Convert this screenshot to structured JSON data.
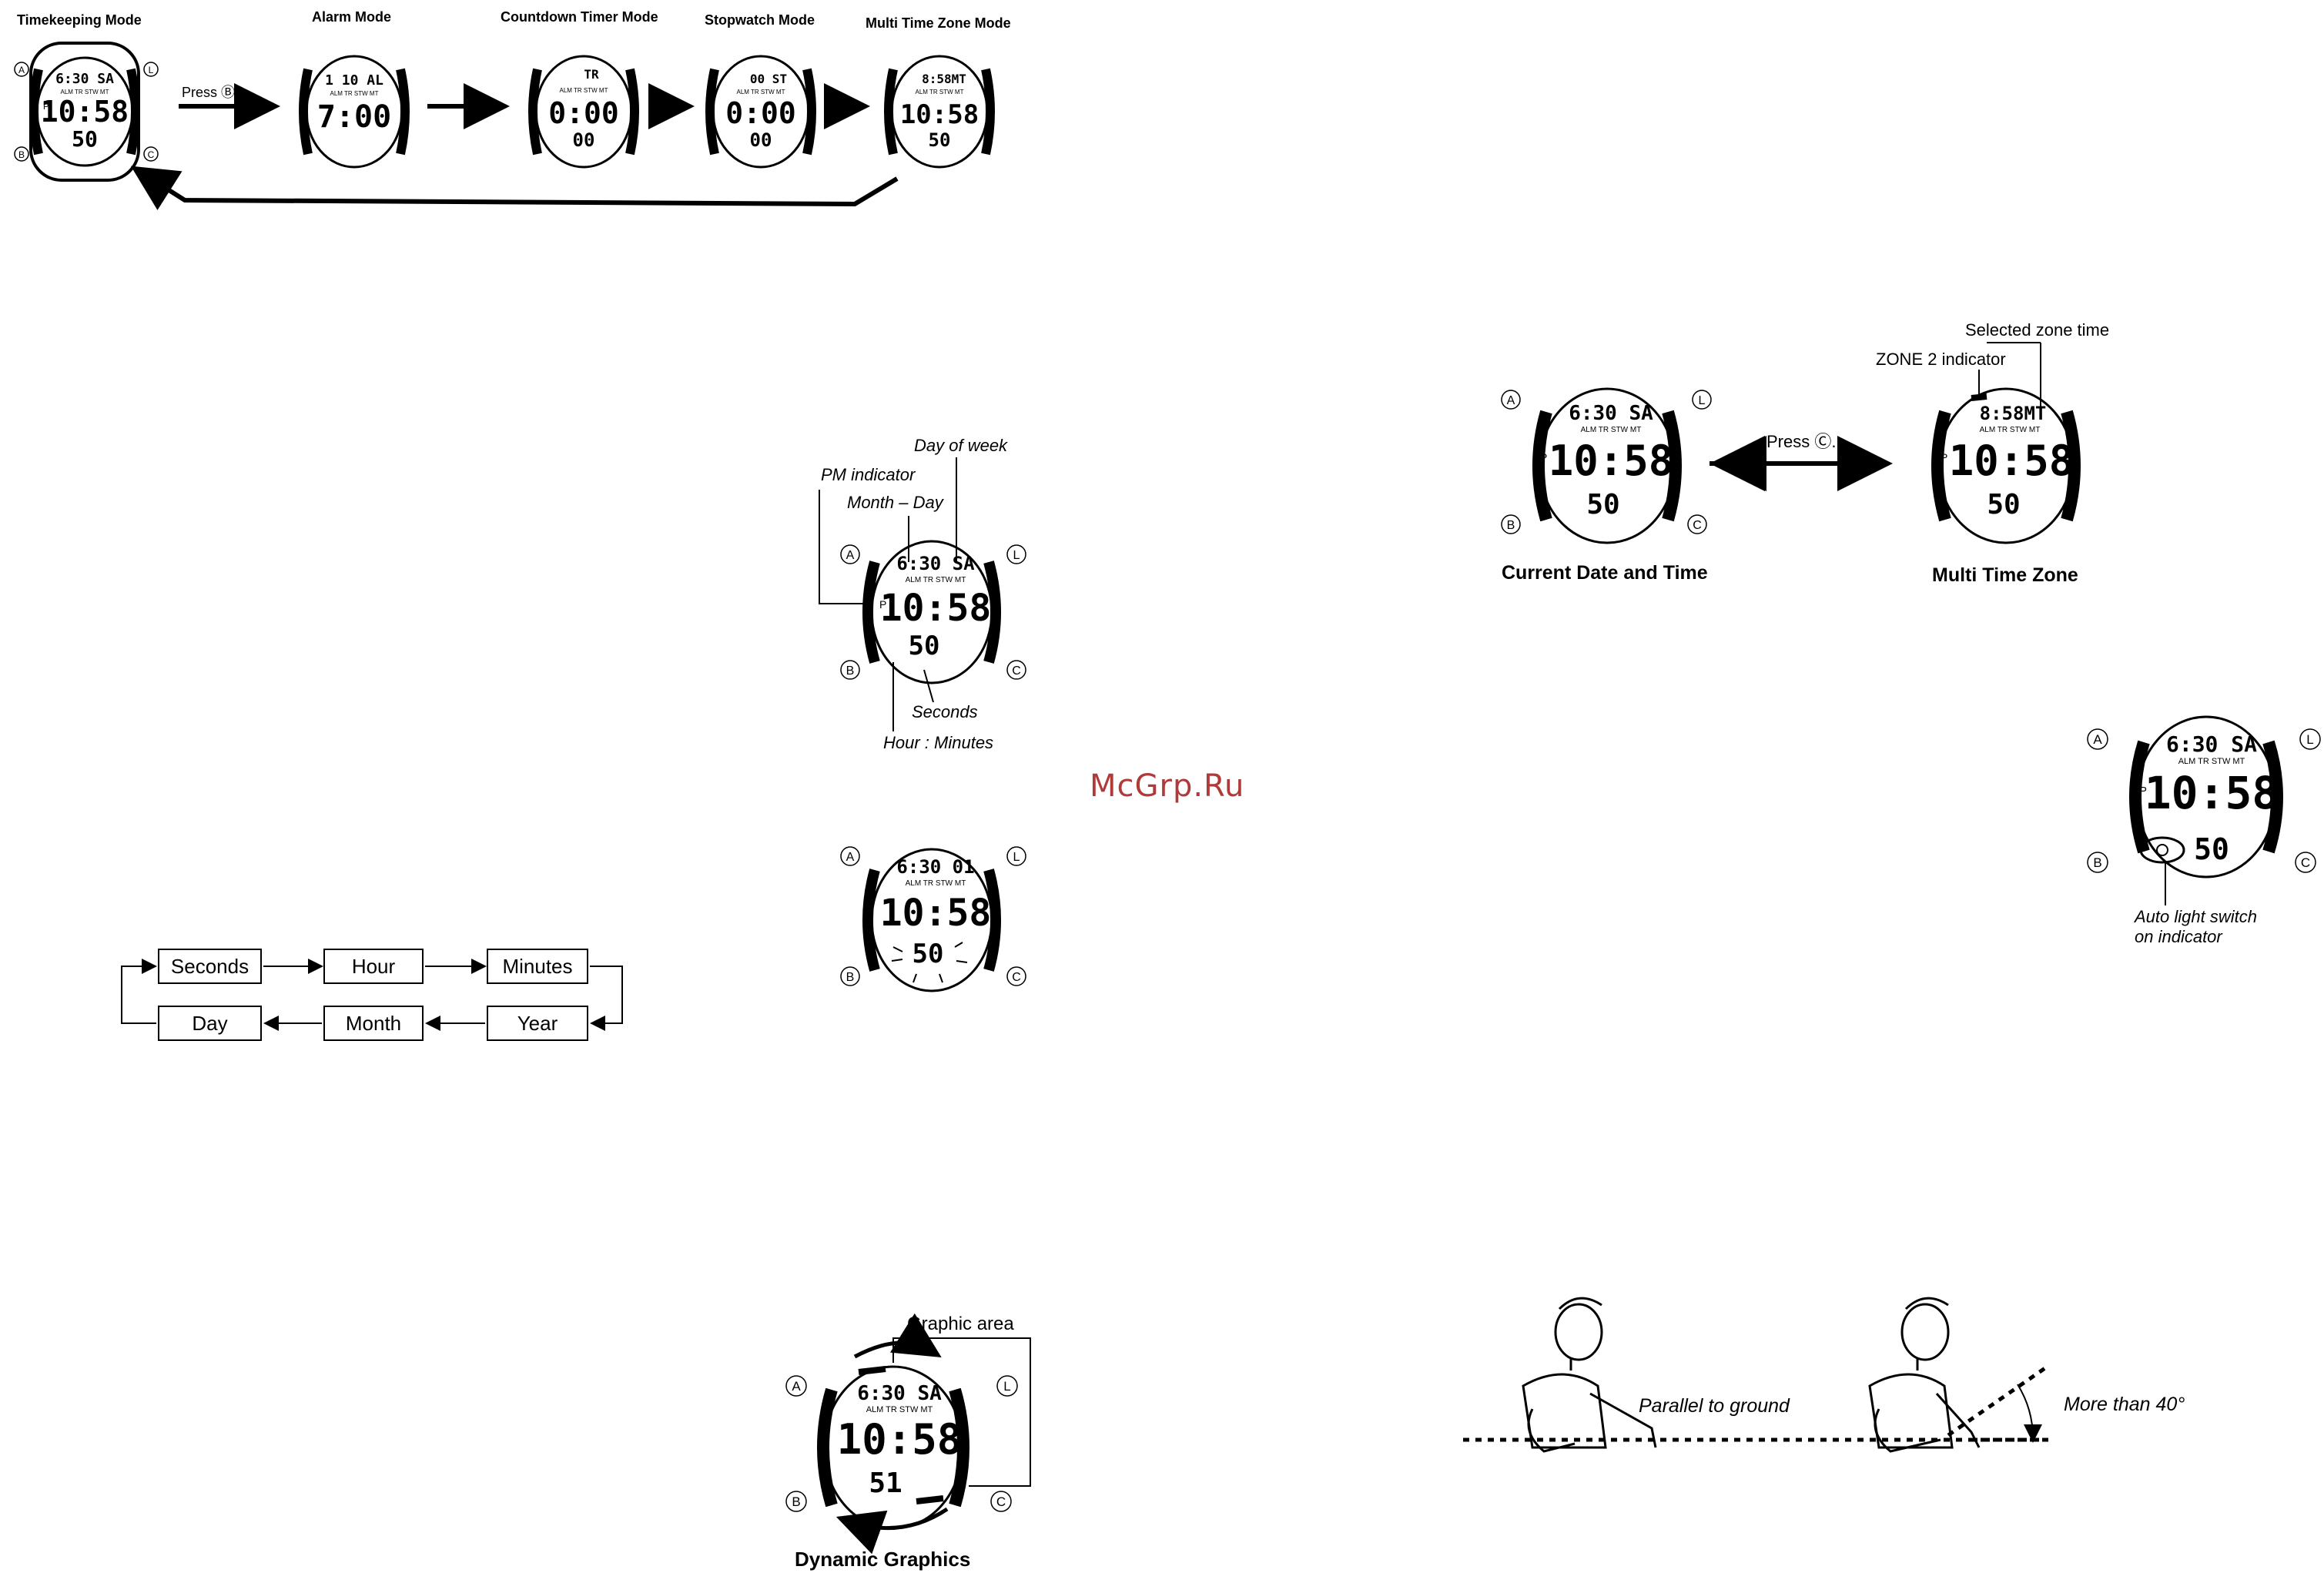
{
  "watermark": "McGrp.Ru",
  "buttons": {
    "a": "A",
    "b": "B",
    "c": "C",
    "l": "L",
    "p": "P"
  },
  "mode_diagram": {
    "modes": [
      "Timekeeping Mode",
      "Alarm Mode",
      "Countdown Timer  Mode",
      "Stopwatch Mode",
      "Multi Time Zone Mode"
    ],
    "press_label": "Press Ⓑ."
  },
  "watches": {
    "timekeeping": {
      "top": "6:30 SA",
      "sub": "ALM TR STW MT",
      "main": "10:58",
      "bottom": "50"
    },
    "alarm": {
      "top": "1 10 AL",
      "sub": "ALM TR STW MT",
      "main": "7:00",
      "bottom": ""
    },
    "countdown": {
      "top": "TR",
      "sub": "ALM TR STW MT",
      "main": "0:00",
      "bottom": "00"
    },
    "stopwatch": {
      "top": "00 ST",
      "sub": "ALM TR STW MT",
      "main": "0:00",
      "bottom": "00"
    },
    "multizone": {
      "top": "8:58MT",
      "sub": "ALM TR STW MT",
      "main": "10:58",
      "bottom": "50"
    },
    "setting": {
      "top": "6:30 01",
      "sub": "ALM TR STW MT",
      "main": "10:58",
      "bottom": "50"
    },
    "dynamic": {
      "top": "6:30 SA",
      "sub": "ALM TR STW MT",
      "main": "10:58",
      "bottom": "51"
    }
  },
  "display_callouts": {
    "day_of_week": "Day of week",
    "pm_indicator": "PM indicator",
    "month_day": "Month – Day",
    "seconds": "Seconds",
    "hour_minutes": "Hour : Minutes"
  },
  "setting_sequence": [
    "Seconds",
    "Hour",
    "Minutes",
    "Year",
    "Month",
    "Day"
  ],
  "dynamic_graphics": {
    "graphic_area": "Graphic area",
    "caption": "Dynamic Graphics"
  },
  "zone_diagram": {
    "selected_zone_time": "Selected zone time",
    "zone2_indicator": "ZONE 2 indicator",
    "press_label": "Press Ⓒ.",
    "left_caption": "Current Date and Time",
    "right_caption": "Multi Time Zone"
  },
  "auto_light": {
    "line1": "Auto light switch",
    "line2": "on indicator"
  },
  "angle_diagram": {
    "parallel": "Parallel to ground",
    "more_than": "More than 40°"
  }
}
